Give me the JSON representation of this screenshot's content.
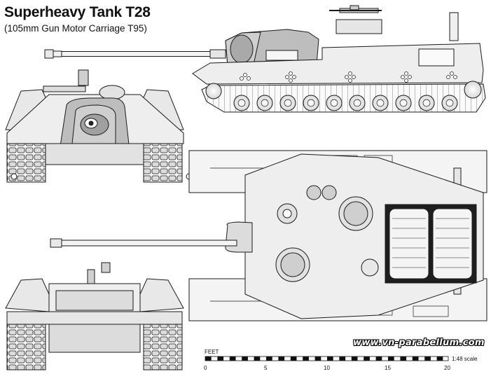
{
  "header": {
    "title": "Superheavy Tank T28",
    "subtitle": "(105mm Gun Motor Carriage T95)"
  },
  "watermark": "www.vn-parabellum.com",
  "scale_bar": {
    "unit_label": "FEET",
    "ratio_label": "1:48 scale",
    "ticks": [
      "0",
      "5",
      "10",
      "15",
      "20"
    ]
  },
  "colors": {
    "line": "#1a1a1a",
    "hull_fill": "#eeeeee",
    "casemate_fill": "#bdbdbd",
    "shadow": "#9a9a9a"
  }
}
